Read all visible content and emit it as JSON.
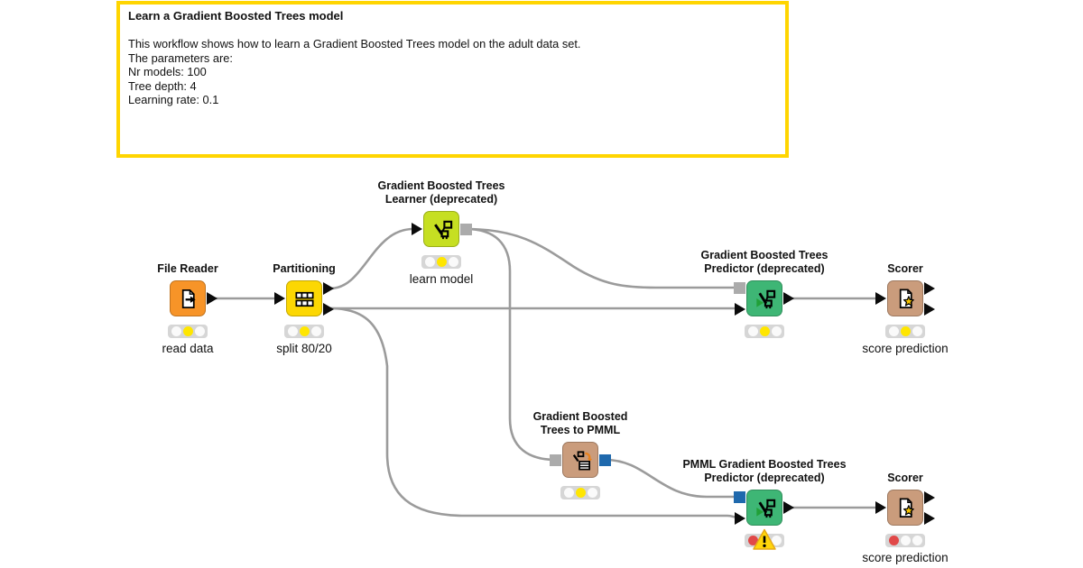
{
  "annotation": {
    "title": "Learn a Gradient Boosted Trees model",
    "lines": [
      "This workflow shows how to learn a Gradient Boosted Trees model on the adult data set.",
      "The parameters are:",
      "Nr models: 100",
      "Tree depth: 4",
      "Learning rate: 0.1"
    ]
  },
  "nodes": {
    "file_reader": {
      "title": "File Reader",
      "label": "read data",
      "color": "#F79428",
      "status": "configured",
      "icon": "file-reader-icon"
    },
    "partitioning": {
      "title": "Partitioning",
      "label": "split 80/20",
      "color": "#FCD703",
      "status": "configured",
      "icon": "partitioning-icon"
    },
    "gbt_learner": {
      "title": "Gradient Boosted Trees\nLearner (deprecated)",
      "label": "learn model",
      "color": "#C6DF22",
      "status": "configured",
      "icon": "gradient-boosted-trees-icon"
    },
    "gbt_predictor": {
      "title": "Gradient Boosted Trees\nPredictor (deprecated)",
      "label": "",
      "color": "#3EB675",
      "status": "configured",
      "icon": "tree-predictor-icon"
    },
    "scorer_top": {
      "title": "Scorer",
      "label": "score prediction",
      "color": "#CA9C7C",
      "status": "configured",
      "icon": "scorer-icon"
    },
    "gbt_to_pmml": {
      "title": "Gradient Boosted\nTrees to PMML",
      "label": "",
      "color": "#CA9C7C",
      "status": "configured",
      "icon": "model-to-pmml-icon"
    },
    "pmml_predictor": {
      "title": "PMML Gradient Boosted Trees\nPredictor (deprecated)",
      "label": "",
      "color": "#3EB675",
      "status": "error",
      "warning": true,
      "icon": "tree-predictor-icon"
    },
    "scorer_bottom": {
      "title": "Scorer",
      "label": "score prediction",
      "color": "#CA9C7C",
      "status": "error",
      "icon": "scorer-icon"
    }
  },
  "connections": [
    {
      "from": "file_reader",
      "to": "partitioning",
      "type": "data"
    },
    {
      "from": "partitioning",
      "to": "gbt_learner",
      "type": "data"
    },
    {
      "from": "partitioning",
      "to": "gbt_predictor",
      "type": "data"
    },
    {
      "from": "partitioning",
      "to": "pmml_predictor",
      "type": "data"
    },
    {
      "from": "gbt_learner",
      "to": "gbt_predictor",
      "type": "model"
    },
    {
      "from": "gbt_learner",
      "to": "gbt_to_pmml",
      "type": "model"
    },
    {
      "from": "gbt_to_pmml",
      "to": "pmml_predictor",
      "type": "pmml"
    },
    {
      "from": "gbt_predictor",
      "to": "scorer_top",
      "type": "data"
    },
    {
      "from": "pmml_predictor",
      "to": "scorer_bottom",
      "type": "data"
    }
  ],
  "colors": {
    "annotation_border": "#FFD500",
    "wire": "#9B9B9B",
    "light_yellow": "#FFE600",
    "light_red": "#E14848",
    "port_data": "#0B0B0B",
    "port_model": "#ABABAB",
    "port_pmml": "#1F69AD"
  }
}
